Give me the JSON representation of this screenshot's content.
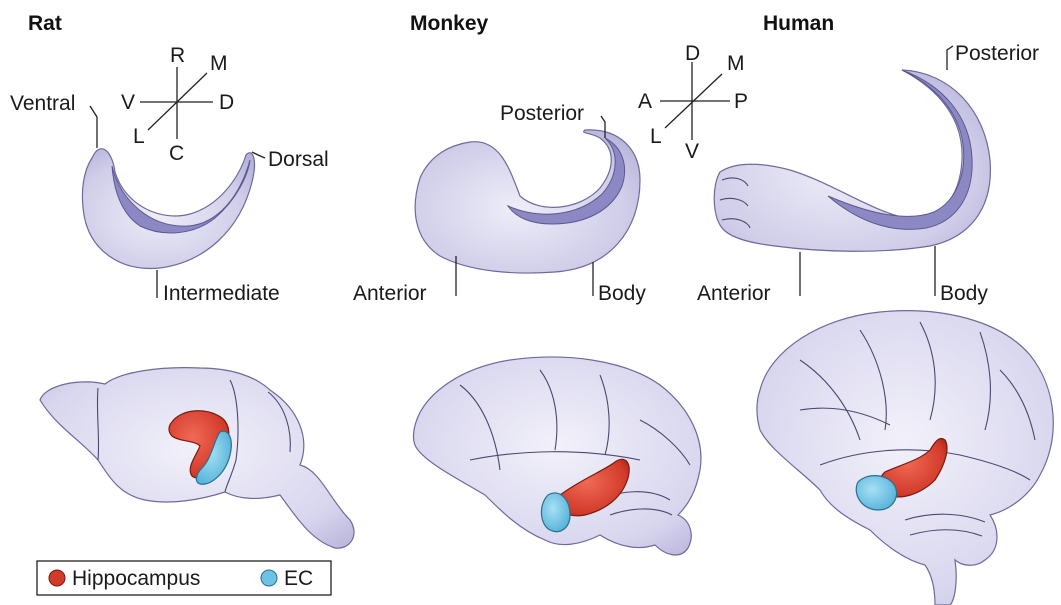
{
  "titles": {
    "rat": "Rat",
    "monkey": "Monkey",
    "human": "Human"
  },
  "rat": {
    "axes": {
      "up": "R",
      "down": "C",
      "left": "V",
      "right": "D",
      "diag_up": "M",
      "diag_down": "L"
    },
    "labels": {
      "ventral": "Ventral",
      "dorsal": "Dorsal",
      "intermediate": "Intermediate"
    }
  },
  "monkey": {
    "labels": {
      "posterior": "Posterior",
      "anterior": "Anterior",
      "body": "Body"
    }
  },
  "human": {
    "axes": {
      "up": "D",
      "down": "V",
      "left": "A",
      "right": "P",
      "diag_up": "M",
      "diag_down": "L"
    },
    "labels": {
      "posterior": "Posterior",
      "anterior": "Anterior",
      "body": "Body"
    }
  },
  "legend": {
    "hippocampus": "Hippocampus",
    "ec": "EC"
  },
  "colors": {
    "hippocampus": "#d23a2a",
    "ec": "#6cc3e6",
    "tissue": "#cfcde8",
    "fold": "#8c88c4"
  }
}
